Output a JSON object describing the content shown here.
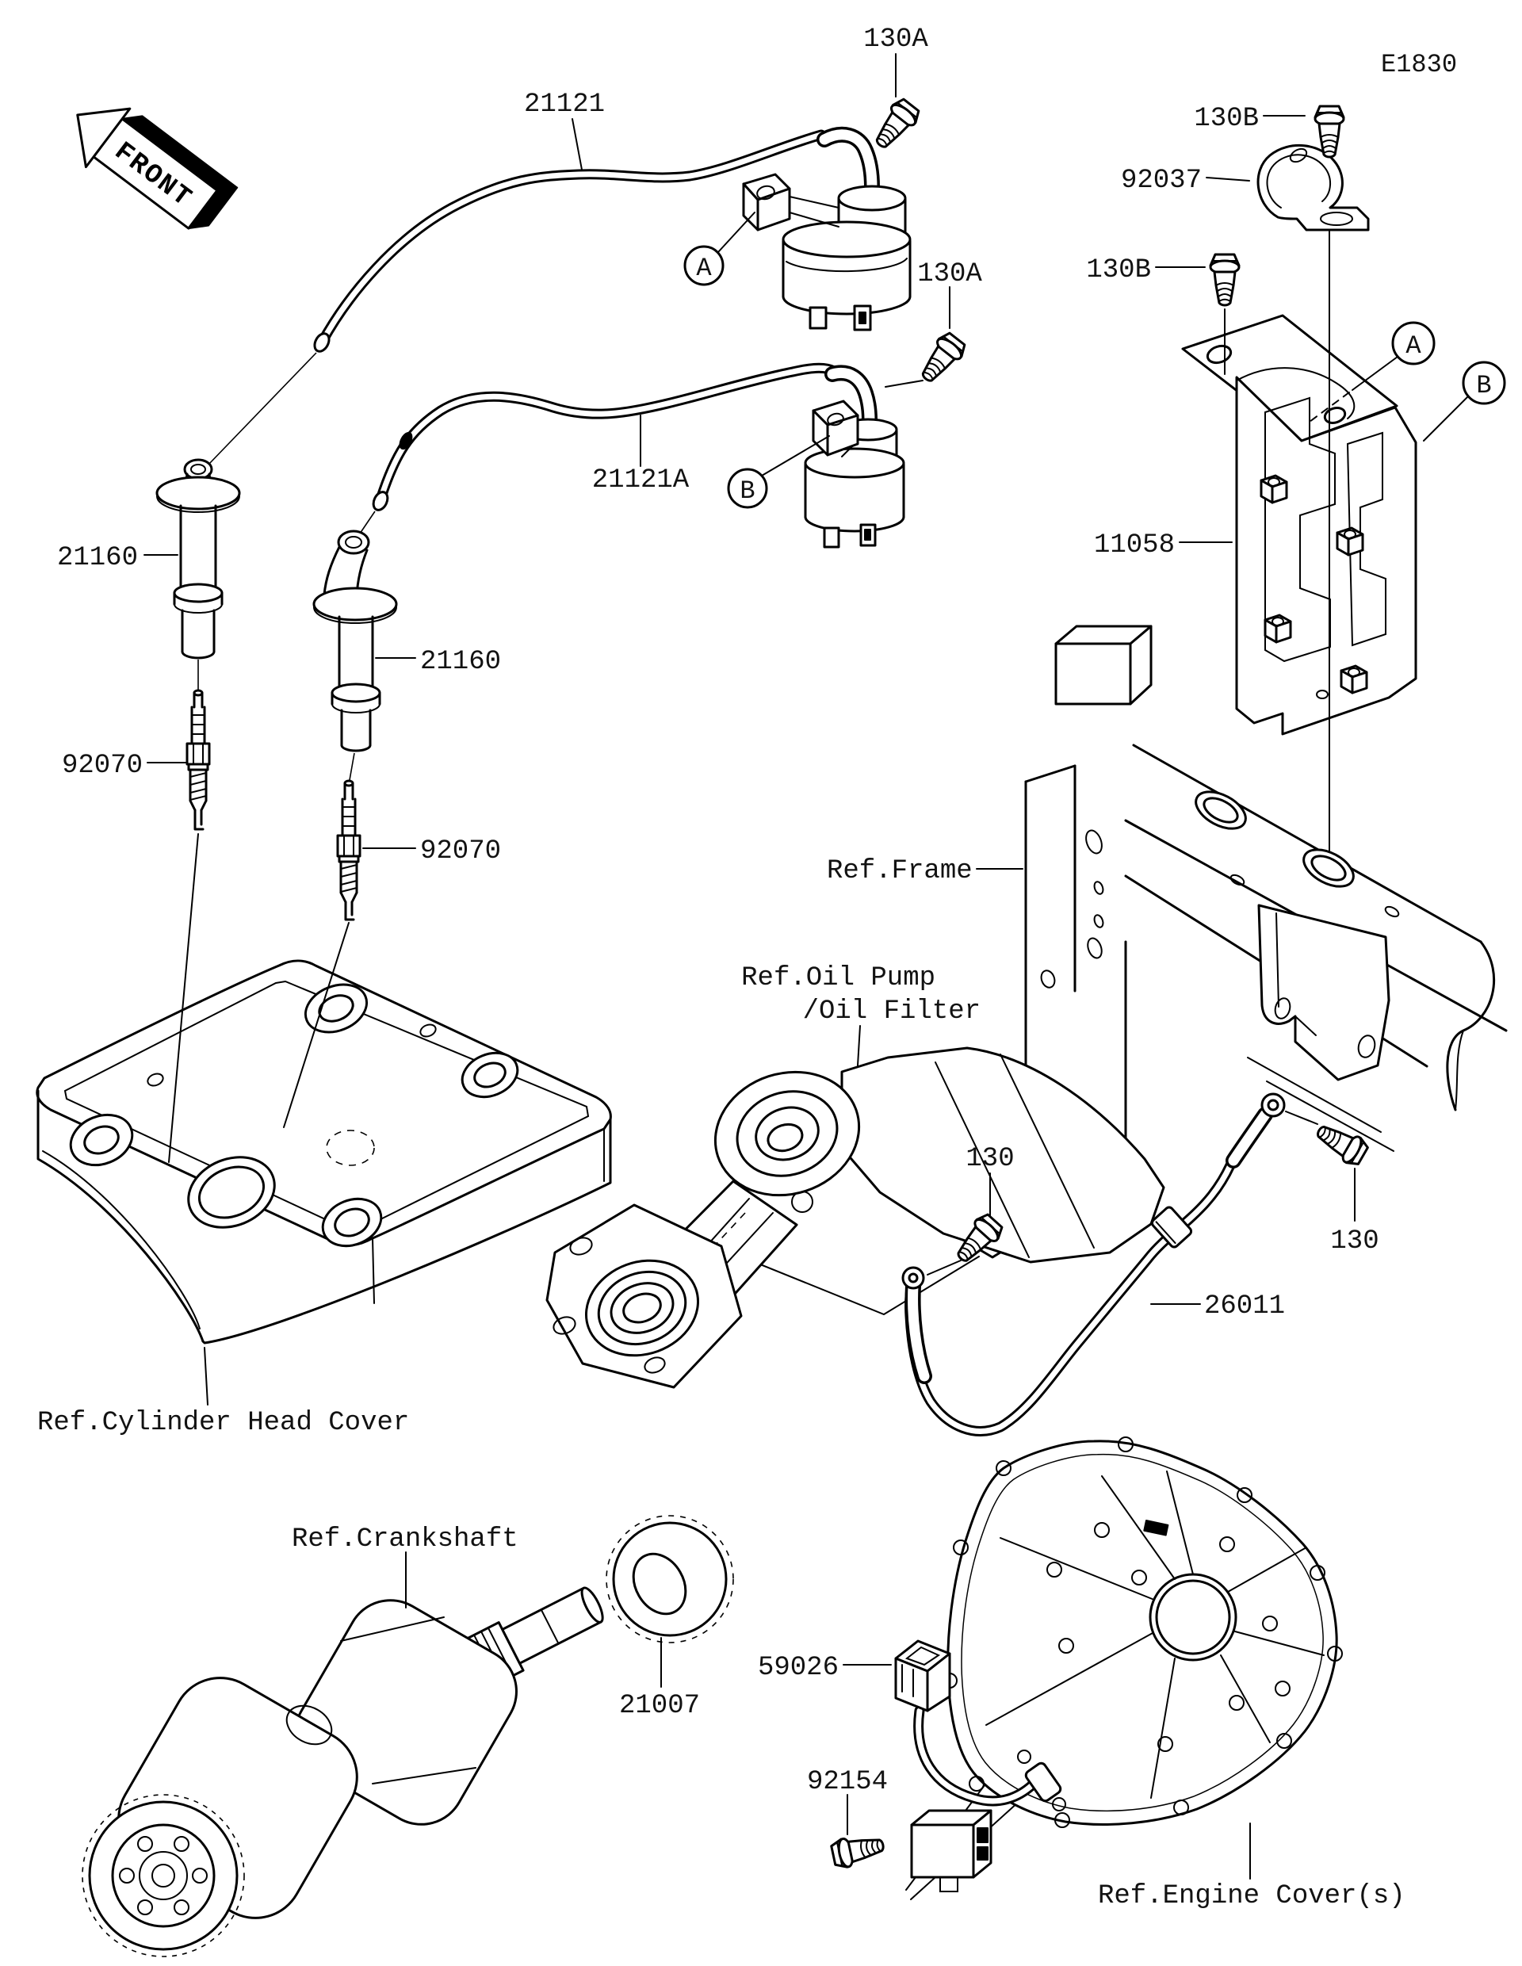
{
  "page": {
    "background": "#ffffff",
    "line_color": "#000000",
    "drawing_code": "E1830",
    "front_marker": "FRONT"
  },
  "callouts": {
    "ignition_coil_lead_top": "21121",
    "ignition_coil_lead_bottom": "21121A",
    "bolt_130a": "130A",
    "bolt_130b": "130B",
    "bolt_130": "130",
    "clamp": "92037",
    "ecu_bracket": "11058",
    "plug_cap": "21160",
    "spark_plug": "92070",
    "ground_cable": "26011",
    "timing_sprocket": "21007",
    "pickup_coil_lead": "59026",
    "pickup_screw": "92154"
  },
  "references": {
    "frame": "Ref.Frame",
    "oil_pump_line1": "Ref.Oil Pump",
    "oil_pump_line2": "/Oil Filter",
    "cylinder_head_cover": "Ref.Cylinder Head Cover",
    "crankshaft": "Ref.Crankshaft",
    "engine_cover": "Ref.Engine Cover(s)"
  },
  "badges": {
    "a": "A",
    "b": "B"
  }
}
